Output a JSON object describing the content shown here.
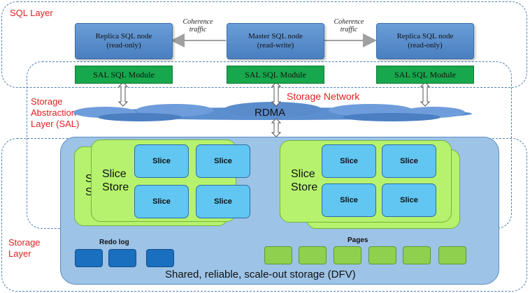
{
  "layers": {
    "sql": "SQL Layer",
    "sal_line1": "Storage",
    "sal_line2": "Abstraction",
    "sal_line3": "Layer (SAL)",
    "storage_line1": "Storage",
    "storage_line2": "Layer"
  },
  "nodes": {
    "replica_left": {
      "name": "Replica SQL node",
      "mode": "(read-only)"
    },
    "master": {
      "name": "Master SQL node",
      "mode": "(read-write)"
    },
    "replica_right": {
      "name": "Replica SQL node",
      "mode": "(read-only)"
    }
  },
  "sal_module": "SAL SQL Module",
  "coherence": {
    "line1": "Coherence",
    "line2": "traffic"
  },
  "network": {
    "title": "Storage Network",
    "rdma": "RDMA"
  },
  "slice_store": {
    "label_line1": "Slice",
    "label_line2": "Store",
    "slice": "Slice",
    "back_fragment_1": "S",
    "back_fragment_2": "S"
  },
  "storage": {
    "redo_log": "Redo log",
    "pages": "Pages",
    "footer": "Shared, reliable, scale-out storage (DFV)"
  },
  "colors": {
    "layer_label": "#e02020",
    "sql_node": "#5b8fcf",
    "sal_module": "#17a74c",
    "storage_pool": "#9dc3e6",
    "slice_store": "#b6f26e",
    "slice": "#62c6f2",
    "redo_block": "#1a6fbe",
    "page_block": "#8fd14f"
  }
}
